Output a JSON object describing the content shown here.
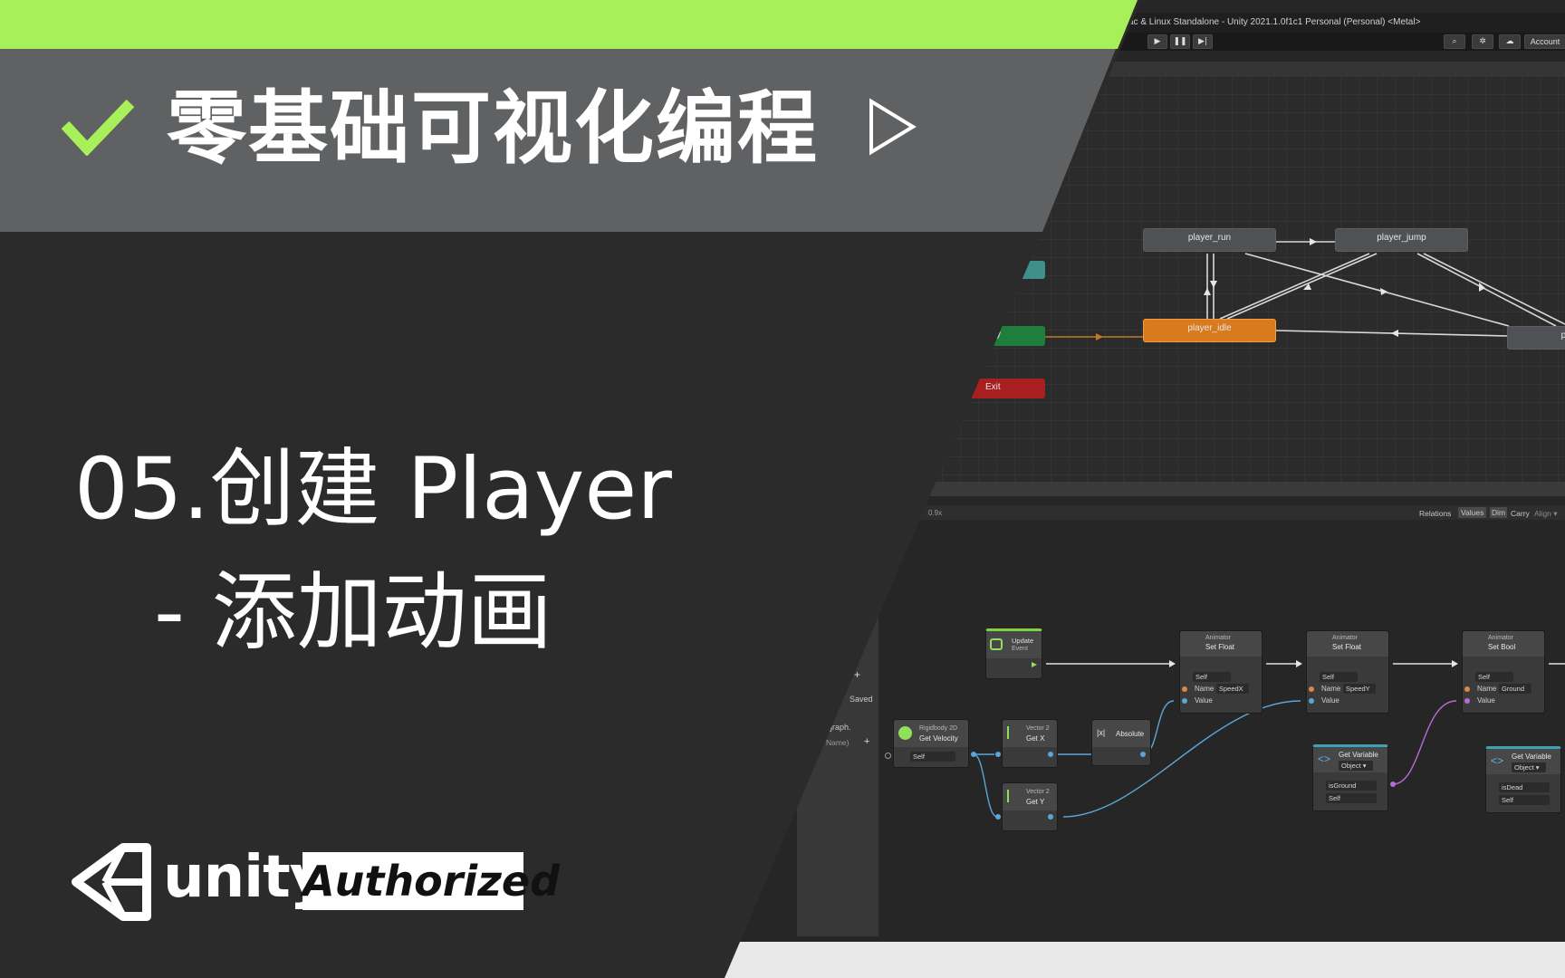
{
  "banner": {
    "title": "零基础可视化编程",
    "check_icon": "check-icon",
    "play_icon": "play-outline-icon",
    "accent_color": "#a8f05a",
    "band_color": "#5f6163"
  },
  "lesson": {
    "line1": "05.创建 Player",
    "line2": "- 添加动画"
  },
  "brand": {
    "wordmark": "unity",
    "badge": "Authorized",
    "logo_icon": "unity-cube-logo-icon"
  },
  "editor": {
    "window_title": "ac & Linux Standalone - Unity 2021.1.0f1c1 Personal (Personal) <Metal>",
    "account_label": "Account",
    "animator": {
      "states": [
        {
          "id": "player_run",
          "label": "player_run"
        },
        {
          "id": "player_jump",
          "label": "player_jump"
        },
        {
          "id": "player_idle",
          "label": "player_idle"
        },
        {
          "id": "pla",
          "label": "pla"
        },
        {
          "id": "y",
          "label": "y"
        },
        {
          "id": "exit",
          "label": "Exit"
        }
      ]
    },
    "graph_toolbar": {
      "zoom": "0.9x",
      "relations": "Relations",
      "values": "Values",
      "dim": "Dim",
      "carry": "Carry",
      "align": "Align ▾"
    },
    "side_panel": {
      "saved": "Saved",
      "graph_text": "graph.",
      "name_hint": "le Name)"
    },
    "nodes": {
      "update": {
        "sub": "Update",
        "title": "Event"
      },
      "rigidbody": {
        "sub": "Rigidbody 2D",
        "title": "Get Velocity",
        "port": "Self"
      },
      "getx": {
        "sub": "Vector 2",
        "title": "Get X"
      },
      "gety": {
        "sub": "Vector 2",
        "title": "Get Y"
      },
      "absolute": {
        "title": "Absolute",
        "icon": "|x|"
      },
      "setfloat1": {
        "sub": "Animator",
        "title": "Set Float",
        "self": "Self",
        "name_label": "Name",
        "name_value": "SpeedX",
        "value_label": "Value"
      },
      "setfloat2": {
        "sub": "Animator",
        "title": "Set Float",
        "self": "Self",
        "name_label": "Name",
        "name_value": "SpeedY",
        "value_label": "Value"
      },
      "setbool": {
        "sub": "Animator",
        "title": "Set Bool",
        "self": "Self",
        "name_label": "Name",
        "name_value": "Ground",
        "value_label": "Value"
      },
      "getvar1": {
        "title": "Get Variable",
        "kind": "Object ▾",
        "var": "isGround",
        "self": "Self"
      },
      "getvar2": {
        "title": "Get Variable",
        "kind": "Object ▾",
        "var": "isDead",
        "self": "Self"
      }
    }
  }
}
